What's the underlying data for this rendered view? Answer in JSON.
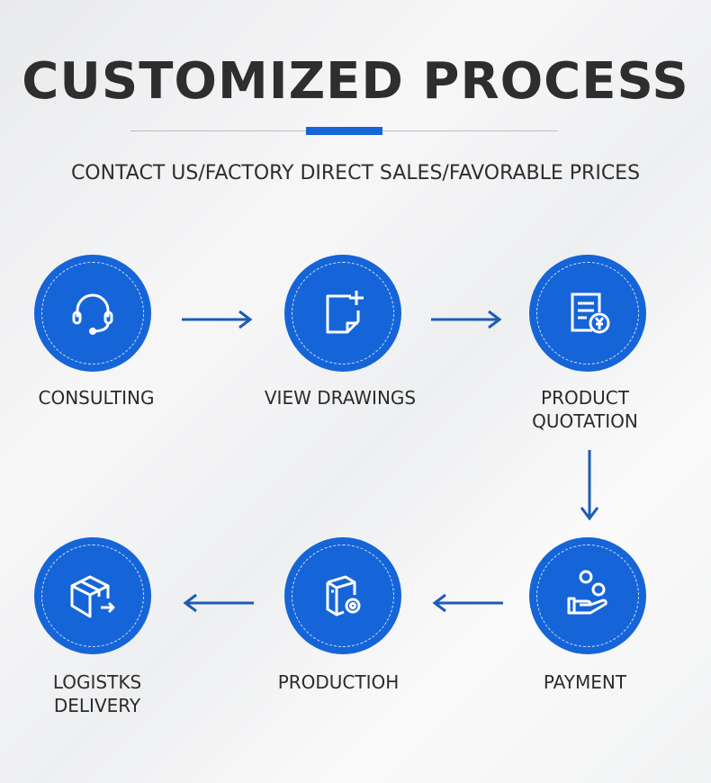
{
  "title": "CUSTOMIZED PROCESS",
  "subtitle": "CONTACT US/FACTORY DIRECT SALES/FAVORABLE PRICES",
  "accent_color": "#1565d8",
  "steps": [
    {
      "label": "CONSULTING",
      "icon": "headset-icon"
    },
    {
      "label": "VIEW DRAWINGS",
      "icon": "document-add-icon"
    },
    {
      "label_line1": "PRODUCT",
      "label_line2": "QUOTATION",
      "icon": "quotation-yen-icon"
    },
    {
      "label": "PAYMENT",
      "icon": "hand-coins-icon"
    },
    {
      "label": "PRODUCTIOH",
      "icon": "box-gear-icon"
    },
    {
      "label_line1": "LOGISTKS",
      "label_line2": "DELIVERY",
      "icon": "box-delivery-icon"
    }
  ]
}
